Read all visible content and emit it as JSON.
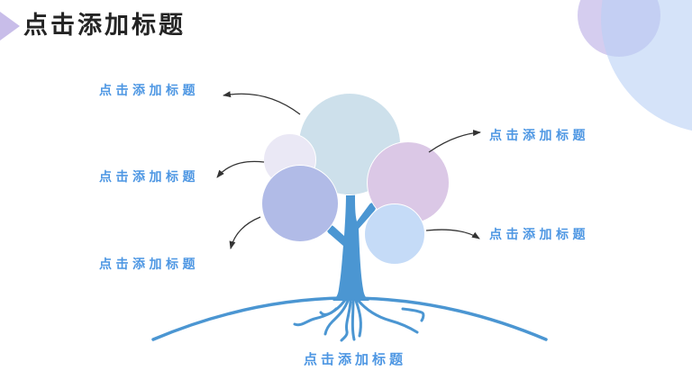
{
  "title": "点击添加标题",
  "callouts": {
    "left_top": "点击添加标题",
    "left_middle": "点击添加标题",
    "left_bottom": "点击添加标题",
    "right_top": "点击添加标题",
    "right_bottom": "点击添加标题",
    "bottom": "点击添加标题"
  },
  "icons": {
    "title_marker": "right-pointing-triangle",
    "tree": "tree-with-roots",
    "arrows": "curved-callout-arrow"
  },
  "colors": {
    "title_text": "#242424",
    "title_marker": "#C8BDE9",
    "callout_text": "#4E97E3",
    "tree_blue": "#4B96D2",
    "canopy_top": "#CDE0EB",
    "canopy_lavender": "#EAE8F5",
    "canopy_periwinkle": "#B1BBE7",
    "canopy_pink": "#DBC8E6",
    "canopy_small_blue": "#C5DBF7",
    "decor_purple": "#CAC0EB",
    "decor_blue": "#B9D1F5",
    "arrow_line": "#333333",
    "background": "#FFFFFF"
  }
}
